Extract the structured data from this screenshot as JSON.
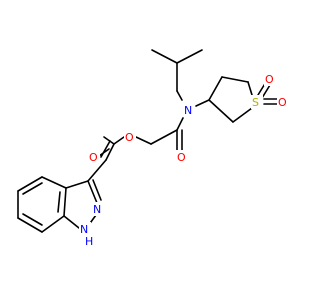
{
  "molecule": {
    "atoms": [
      {
        "id": "N_amide",
        "symbol": "N",
        "color": "#0000ff"
      },
      {
        "id": "O_amide",
        "symbol": "O",
        "color": "#ff0000"
      },
      {
        "id": "O_ester",
        "symbol": "O",
        "color": "#ff0000"
      },
      {
        "id": "O_carbonyl",
        "symbol": "O",
        "color": "#ff0000"
      },
      {
        "id": "S_sulfone",
        "symbol": "S",
        "color": "#b2b200"
      },
      {
        "id": "O_sulfone_top",
        "symbol": "O",
        "color": "#ff0000"
      },
      {
        "id": "O_sulfone_right",
        "symbol": "O",
        "color": "#ff0000"
      },
      {
        "id": "N_indazole_2",
        "symbol": "N",
        "color": "#0000ff"
      },
      {
        "id": "NH_indazole_1",
        "symbol": "N",
        "color": "#0000ff"
      },
      {
        "id": "H_indazole_1",
        "symbol": "H",
        "color": "#0000ff"
      }
    ],
    "bond_color": "#000000"
  }
}
